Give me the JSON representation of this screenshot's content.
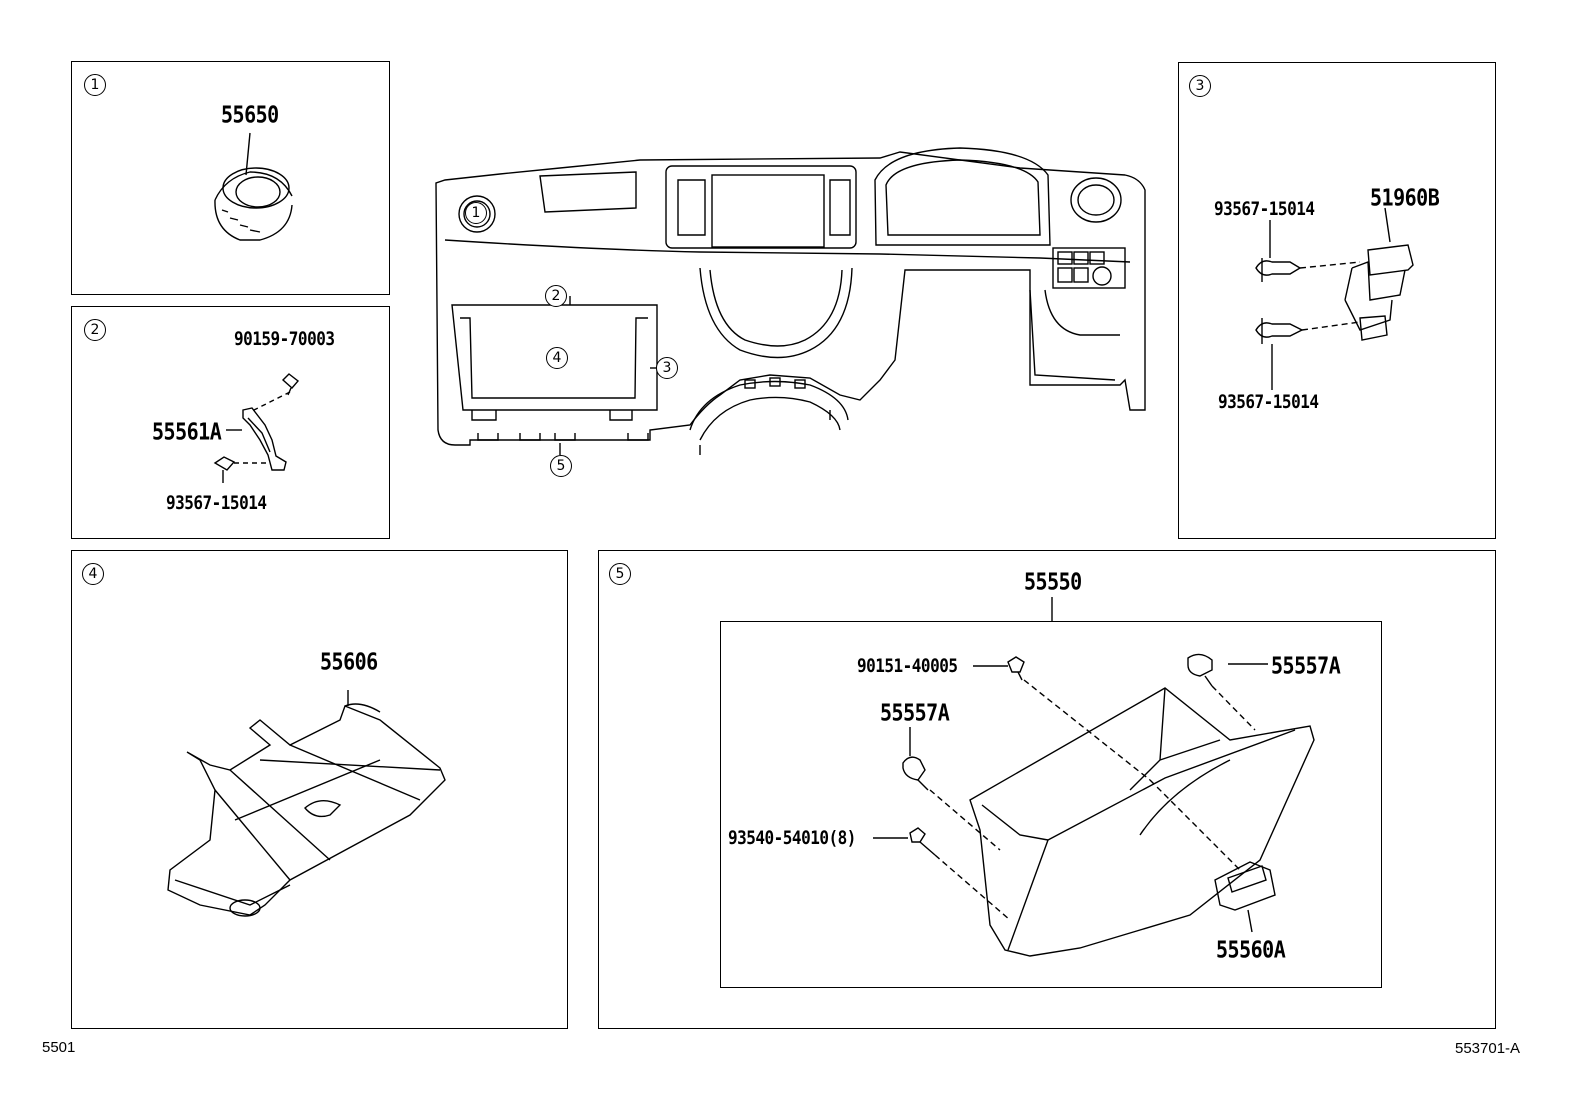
{
  "footer": {
    "left_code": "5501",
    "right_code": "553701-A"
  },
  "panels": {
    "p1": {
      "number": "1",
      "parts": {
        "vent": "55650"
      }
    },
    "p2": {
      "number": "2",
      "parts": {
        "screw_top": "90159-70003",
        "bracket": "55561A",
        "clip": "93567-15014"
      }
    },
    "p3": {
      "number": "3",
      "parts": {
        "switch": "51960B",
        "clip_top": "93567-15014",
        "clip_bottom": "93567-15014"
      }
    },
    "p4": {
      "number": "4",
      "parts": {
        "inner_box": "55606"
      }
    },
    "p5": {
      "number": "5",
      "parts": {
        "glovebox_assy": "55550",
        "screw": "90151-40005",
        "stopper_right": "55557A",
        "stopper_left": "55557A",
        "clip": "93540-54010(8)",
        "lock": "55560A"
      }
    }
  },
  "dashboard_callouts": [
    "1",
    "2",
    "3",
    "4",
    "5"
  ]
}
